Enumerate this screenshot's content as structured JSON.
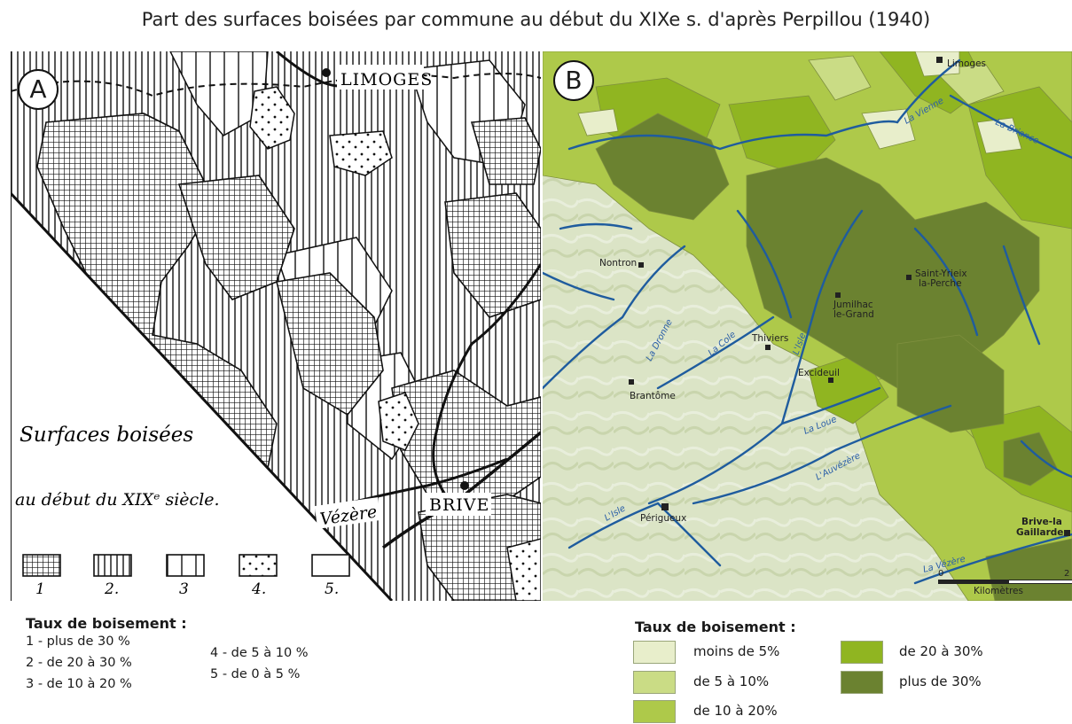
{
  "title": "Part des surfaces boisées par commune au début du XIXe s. d'après Perpillou (1940)",
  "panel_a": {
    "badge": "A",
    "cities": {
      "limoges": "LIMOGES",
      "brive": "BRIVE"
    },
    "river": "Vézère",
    "map_title_line1": "Surfaces boisées",
    "map_title_line2": "au début du XIXᵉ siècle.",
    "key_numbers": [
      "1",
      "2.",
      "3",
      "4.",
      "5."
    ],
    "legend_title": "Taux de boisement :",
    "legend_items": [
      "1 - plus de 30 %",
      "2 - de 20 à 30 %",
      "3 - de 10 à 20 %",
      "4 - de 5 à 10 %",
      "5 - de 0 à 5 %"
    ]
  },
  "panel_b": {
    "badge": "B",
    "towns": {
      "limoges": "Limoges",
      "nontron": "Nontron",
      "jumilhac_1": "Jumilhac",
      "jumilhac_2": "le-Grand",
      "saint_yrieix_1": "Saint-Yrieix",
      "saint_yrieix_2": "la-Perche",
      "thiviers": "Thiviers",
      "brantome": "Brantôme",
      "excideuil": "Excideuil",
      "perigueux": "Périgueux",
      "brive_1": "Brive-la",
      "brive_2": "Gaillarde"
    },
    "rivers": {
      "vienne": "La Vienne",
      "briance": "La Briance",
      "dronne": "La Dronne",
      "cole": "La Cole",
      "isle_north": "L'Isle",
      "loue": "La Loue",
      "auvezere": "L'Auvézère",
      "isle_south": "L'Isle",
      "vezere": "La Vézère"
    },
    "scale": {
      "zero": "0",
      "unit": "Kilomètres",
      "end": "2"
    },
    "legend_title": "Taux de boisement :",
    "legend_items": [
      {
        "label": "moins de 5%",
        "color": "#e8eecb"
      },
      {
        "label": "de 5 à 10%",
        "color": "#cadc85"
      },
      {
        "label": "de 10 à 20%",
        "color": "#aec94a"
      },
      {
        "label": "de 20 à 30%",
        "color": "#90b521"
      },
      {
        "label": "plus de 30%",
        "color": "#6b8230"
      }
    ],
    "colors": {
      "river": "#1f5c9e",
      "relief": "#d9e3c3",
      "boundary": "#7e8f3e"
    }
  }
}
